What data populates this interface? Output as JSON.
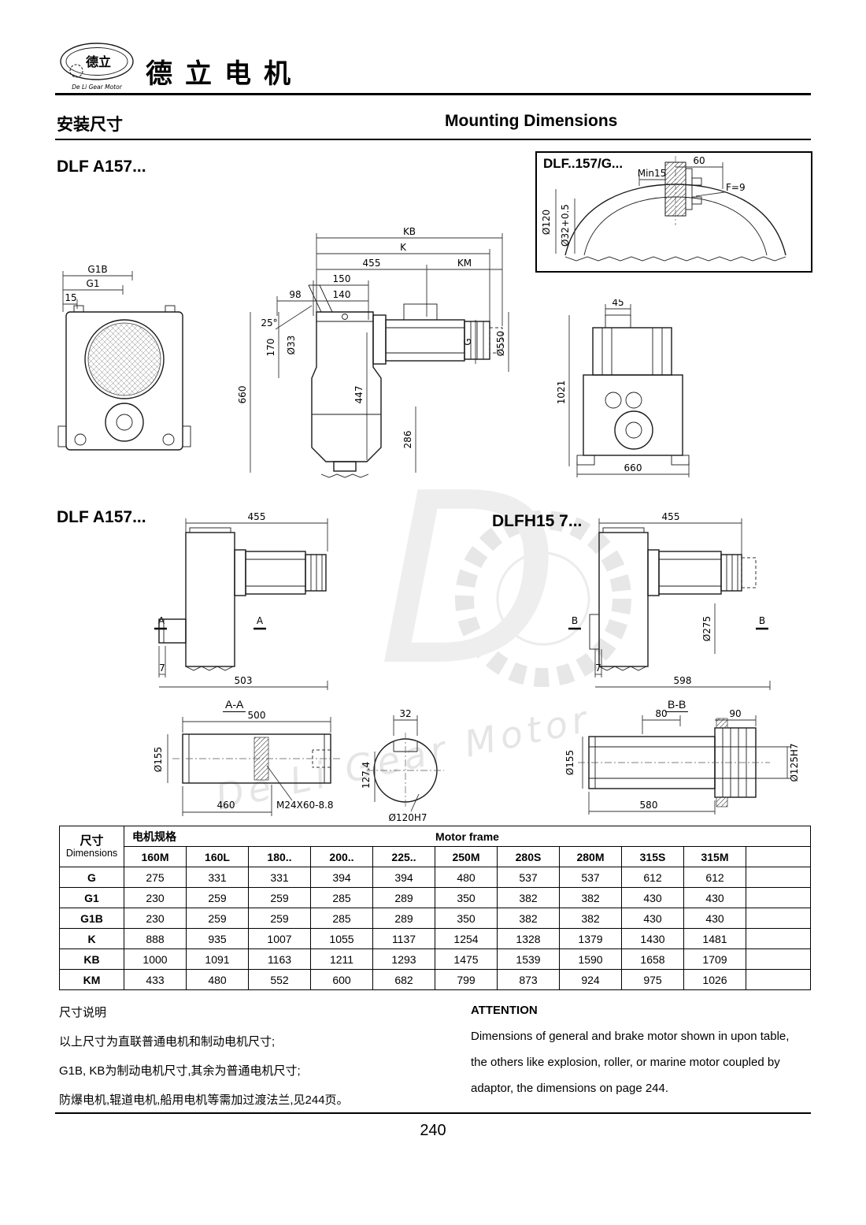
{
  "page": {
    "brand": "德立电机",
    "title_zh": "安装尺寸",
    "title_en": "Mounting Dimensions",
    "page_number": "240"
  },
  "logo": {
    "chars": "德立",
    "caption": "De Li Gear Motor"
  },
  "watermark": {
    "initial": "D",
    "text": "De Li Gear Motor"
  },
  "labels": {
    "dlfa157_top": "DLF A157...",
    "dlfg": "DLF..157/G...",
    "dlfa157_mid": "DLF A157...",
    "dlfh157": "DLFH15 7...",
    "section_aa": "A-A",
    "section_bb": "B-B"
  },
  "dims": {
    "flange": {
      "d60": "60",
      "min15": "Min15",
      "f9": "F=9",
      "d120": "Ø120",
      "d32": "Ø32+0.5"
    },
    "front": {
      "g1b": "G1B",
      "g1": "G1",
      "d15": "15"
    },
    "side": {
      "kb": "KB",
      "k": "K",
      "d455": "455",
      "km": "KM",
      "d150": "150",
      "d98": "98",
      "d140": "140",
      "d170": "170",
      "d33": "Ø33",
      "a25": "25°",
      "d660": "660",
      "d447": "447",
      "d286": "286",
      "g": "G",
      "d550": "Ø550"
    },
    "rear": {
      "d45": "45",
      "d1021": "1021",
      "d660": "660"
    },
    "mid_left": {
      "d455": "455",
      "a": "A",
      "d7": "7",
      "d503": "503"
    },
    "mid_right": {
      "d455": "455",
      "d275": "Ø275",
      "b": "B",
      "d7": "7",
      "d598": "598"
    },
    "aa": {
      "d500": "500",
      "d155": "Ø155",
      "d460": "460",
      "m24": "M24X60-8.8"
    },
    "shaft_end": {
      "d32": "32",
      "d1274": "127.4",
      "d120h7": "Ø120H7"
    },
    "bb": {
      "d80": "80",
      "d90": "90",
      "d155": "Ø155",
      "d580": "580",
      "d125h7": "Ø125H7"
    }
  },
  "table": {
    "header_zh": "尺寸",
    "header_en": "Dimensions",
    "motor_spec_zh": "电机规格",
    "motor_frame_en": "Motor frame",
    "columns": [
      "160M",
      "160L",
      "180..",
      "200..",
      "225..",
      "250M",
      "280S",
      "280M",
      "315S",
      "315M"
    ],
    "rows": [
      {
        "label": "G",
        "values": [
          "275",
          "331",
          "331",
          "394",
          "394",
          "480",
          "537",
          "537",
          "612",
          "612"
        ]
      },
      {
        "label": "G1",
        "values": [
          "230",
          "259",
          "259",
          "285",
          "289",
          "350",
          "382",
          "382",
          "430",
          "430"
        ]
      },
      {
        "label": "G1B",
        "values": [
          "230",
          "259",
          "259",
          "285",
          "289",
          "350",
          "382",
          "382",
          "430",
          "430"
        ]
      },
      {
        "label": "K",
        "values": [
          "888",
          "935",
          "1007",
          "1055",
          "1137",
          "1254",
          "1328",
          "1379",
          "1430",
          "1481"
        ]
      },
      {
        "label": "KB",
        "values": [
          "1000",
          "1091",
          "1163",
          "1211",
          "1293",
          "1475",
          "1539",
          "1590",
          "1658",
          "1709"
        ]
      },
      {
        "label": "KM",
        "values": [
          "433",
          "480",
          "552",
          "600",
          "682",
          "799",
          "873",
          "924",
          "975",
          "1026"
        ]
      }
    ]
  },
  "notes": {
    "zh_title": "尺寸说明",
    "zh_lines": [
      "以上尺寸为直联普通电机和制动电机尺寸;",
      "G1B, KB为制动电机尺寸,其余为普通电机尺寸;",
      "防爆电机,辊道电机,船用电机等需加过渡法兰,见244页。"
    ],
    "en_title": "ATTENTION",
    "en_lines": [
      "Dimensions of general and brake motor shown in upon table,",
      "the others like explosion, roller, or marine motor coupled by",
      "adaptor, the dimensions on page 244."
    ]
  }
}
